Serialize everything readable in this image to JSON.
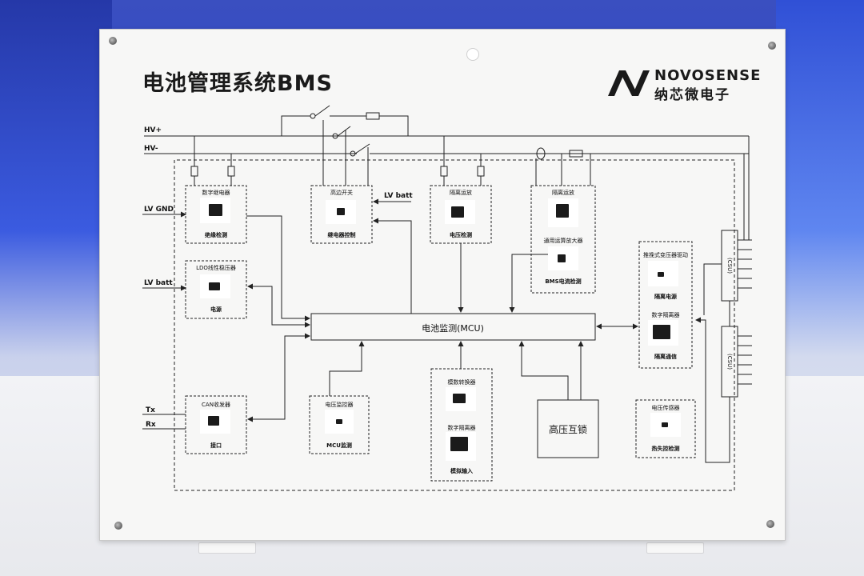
{
  "header": {
    "title": "电池管理系统BMS",
    "brand_en": "NOVOSENSE",
    "brand_cn": "纳芯微电子"
  },
  "rails": {
    "hv_plus": "HV+",
    "hv_minus": "HV-"
  },
  "inputs": {
    "lv_gnd": "LV GND",
    "lv_batt_left": "LV batt",
    "lv_batt_top": "LV batt",
    "tx": "Tx",
    "rx": "Rx"
  },
  "blocks": {
    "digital_relay": {
      "top": "数字继电器",
      "bottom": "绝缘检测"
    },
    "high_side_switch": {
      "top": "高边开关",
      "bottom": "继电器控制"
    },
    "isolated_opamp_1": {
      "top": "隔离运放",
      "bottom": "电压检测"
    },
    "isolated_opamp_2": {
      "top": "隔离运放",
      "middle": "通用运算放大器",
      "bottom": "BMS电流检测"
    },
    "ldo": {
      "top": "LDO线性稳压器",
      "bottom": "电源"
    },
    "mcu": {
      "label": "电池监测(MCU)"
    },
    "isolation_power": {
      "top": "推挽式变压器驱动",
      "middle_bottom": "隔离电源",
      "middle": "数字隔离器",
      "bottom": "隔离通信"
    },
    "can": {
      "top": "CAN收发器",
      "bottom": "接口"
    },
    "voltage_monitor": {
      "top": "电压监控器",
      "bottom": "MCU监测"
    },
    "adc": {
      "top": "模数转换器",
      "middle": "数字隔离器",
      "bottom": "模拟输入"
    },
    "hv_interlock": {
      "label": "高压互锁"
    },
    "voltage_sensor": {
      "top": "电压传感器",
      "bottom": "热失控检测"
    },
    "csu_top": {
      "label": "(CSU)"
    },
    "csu_bottom": {
      "label": "(CSU)"
    }
  },
  "colors": {
    "line": "#222222",
    "board": "#f7f7f6",
    "chip": "#1b1b1b"
  }
}
